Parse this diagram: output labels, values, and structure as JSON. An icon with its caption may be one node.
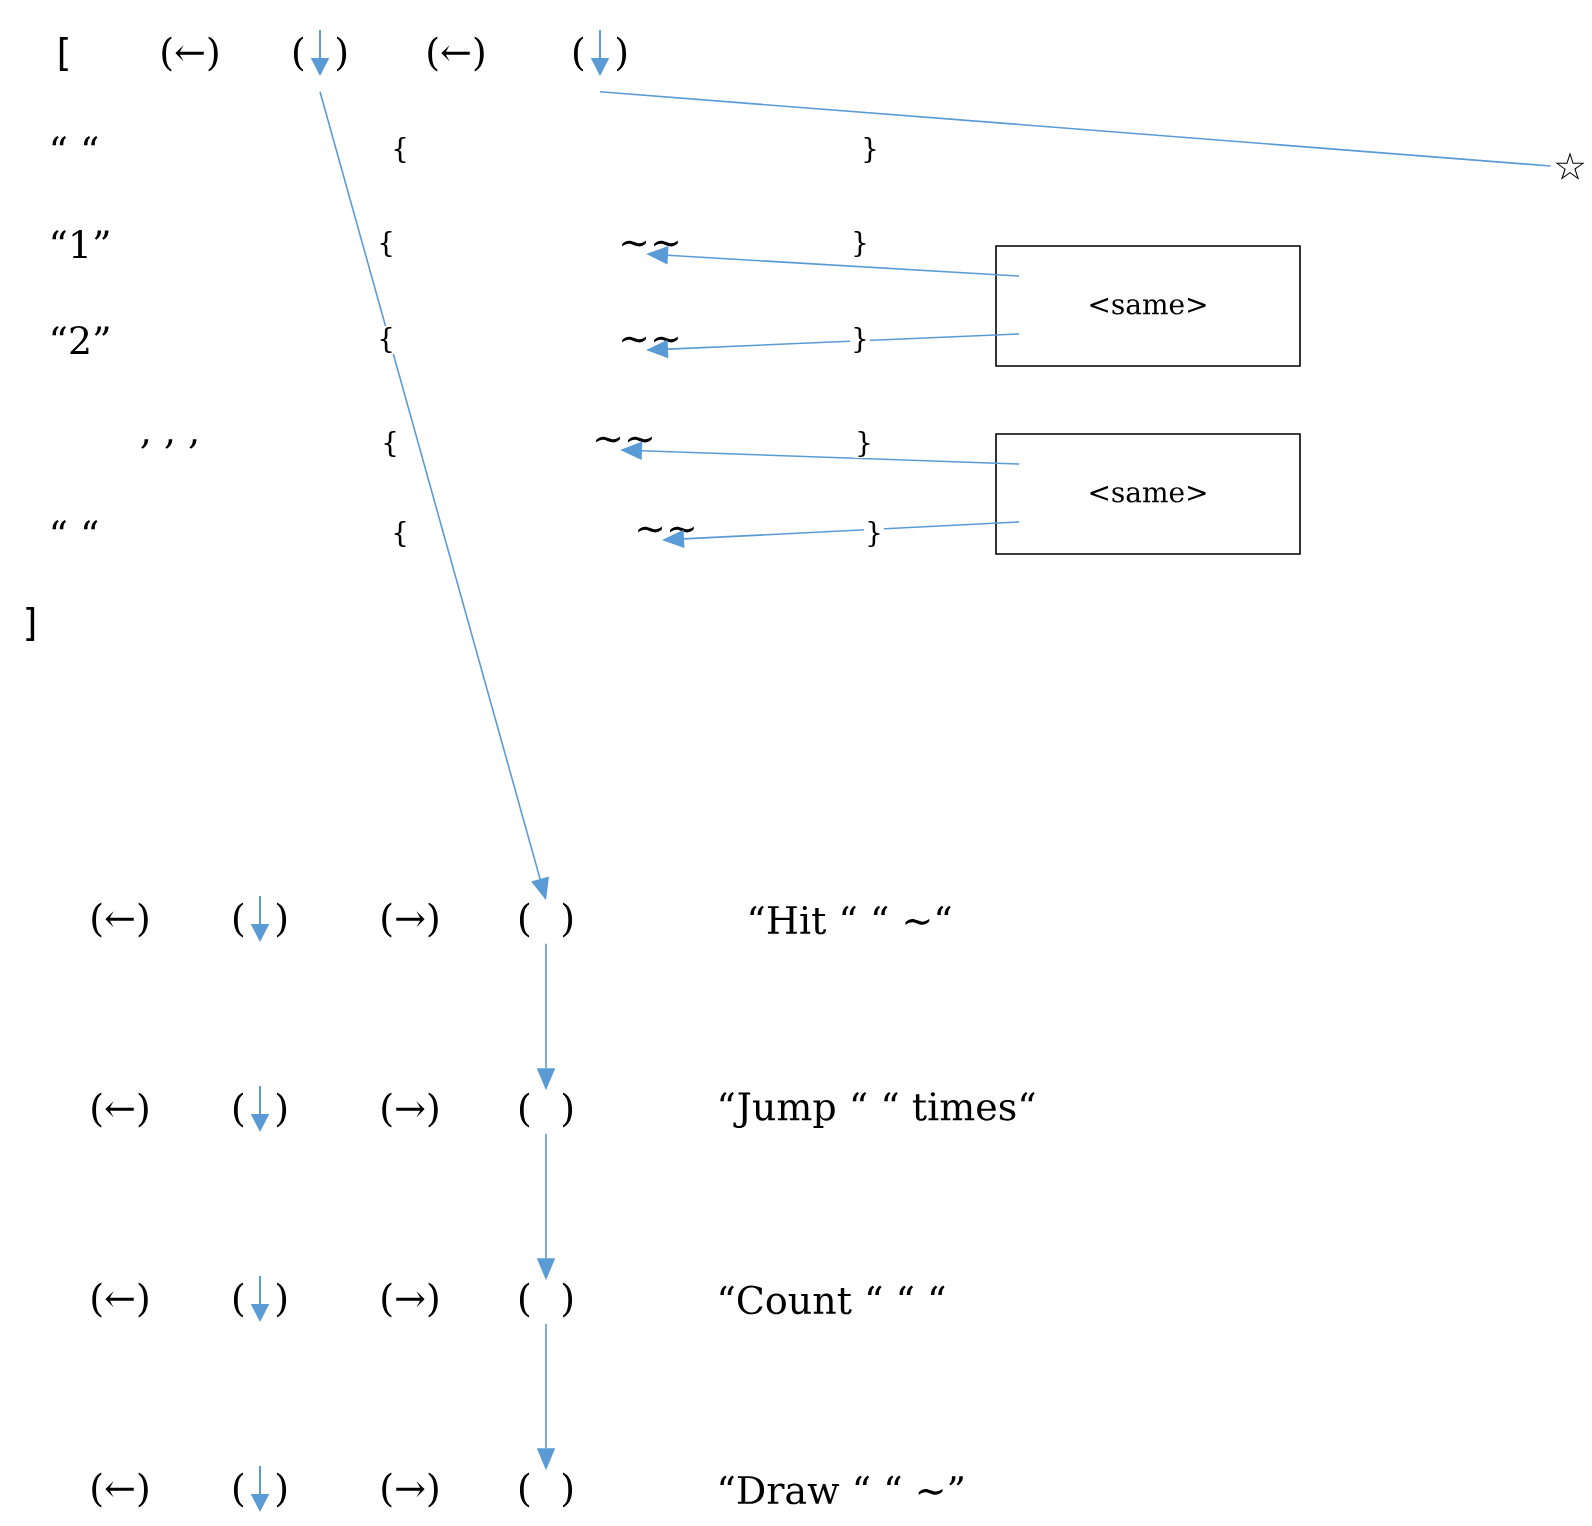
{
  "diagram": {
    "nodes": [
      {
        "text": [
          "( )"
        ]
      },
      {
        "text": [
          "( )"
        ]
      },
      {
        "text": [
          "☆"
        ]
      },
      {
        "text": [
          "∼∼"
        ]
      },
      {
        "text": [
          "∼∼"
        ]
      },
      {
        "text": [
          "∼∼"
        ]
      },
      {
        "text": [
          "∼∼"
        ]
      },
      {
        "text": [
          "<same>"
        ]
      },
      {
        "text": [
          "<same>"
        ]
      },
      {
        "text": [
          "( )"
        ]
      },
      {
        "text": [
          "( )"
        ]
      },
      {
        "text": [
          "( )"
        ]
      },
      {
        "text": [
          "( )"
        ]
      }
    ],
    "edges": [
      {
        "from": 0,
        "to": 9,
        "arrow": "to"
      },
      {
        "from": 1,
        "to": 2,
        "arrow": "none"
      },
      {
        "from": 7,
        "to": 3,
        "arrow": "to"
      },
      {
        "from": 7,
        "to": 4,
        "arrow": "to"
      },
      {
        "from": 8,
        "to": 5,
        "arrow": "to"
      },
      {
        "from": 8,
        "to": 6,
        "arrow": "to"
      },
      {
        "from": 9,
        "to": 10,
        "arrow": "to"
      },
      {
        "from": 10,
        "to": 11,
        "arrow": "to"
      },
      {
        "from": 11,
        "to": 12,
        "arrow": "to"
      }
    ],
    "labels": [
      "[",
      "(←)",
      "(←)",
      "“ “",
      "{",
      "}",
      "“1”",
      "{",
      "}",
      "“2”",
      "{",
      "}",
      ", , ,",
      "{",
      "}",
      "“ “",
      "{",
      "}",
      "]",
      "(←)",
      "( )",
      "(→)",
      "“Hit “ “  ∼“",
      "(←)",
      "( )",
      "(→)",
      "“Jump “ “ times“",
      "(←)",
      "( )",
      "(→)",
      "“Count “ “ “",
      "(←)",
      "( )",
      "(→)",
      "“Draw “ “  ∼”"
    ]
  }
}
